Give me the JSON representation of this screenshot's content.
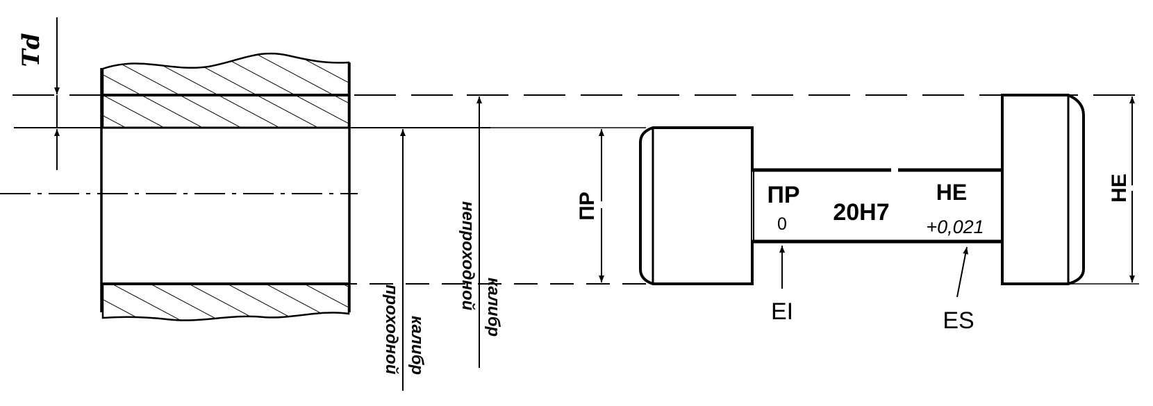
{
  "labels": {
    "td": "Td",
    "go_gauge_line1": "проходной",
    "go_gauge_line2": "калибр",
    "nogo_gauge_line1": "непроходной",
    "nogo_gauge_line2": "калибр",
    "go_side": "ПР",
    "go_side_on_gauge": "ПР",
    "go_deviation": "0",
    "designation": "20H7",
    "nogo_side_on_gauge": "НЕ",
    "nogo_deviation": "+0,021",
    "nogo_side": "НЕ",
    "lower_deviation": "EI",
    "upper_deviation": "ES"
  }
}
